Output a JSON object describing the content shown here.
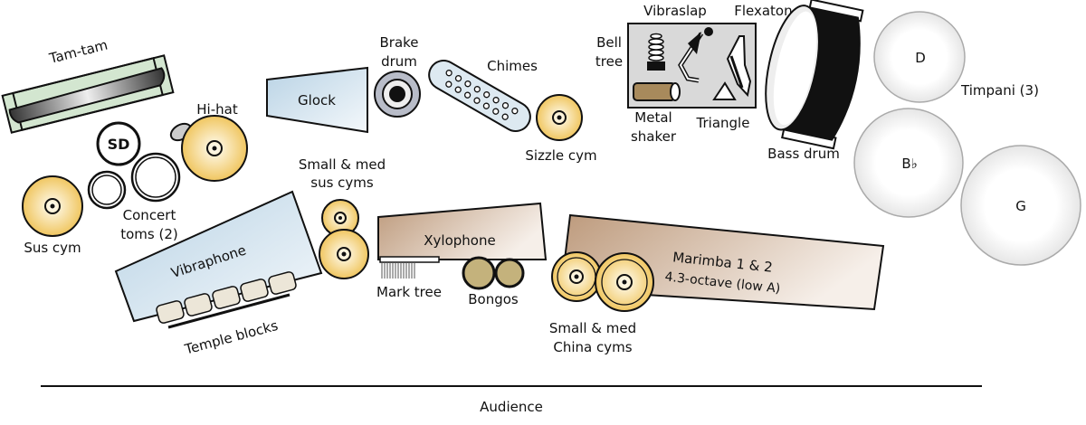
{
  "labels": {
    "tam_tam": "Tam-tam",
    "sd": "SD",
    "hi_hat": "Hi-hat",
    "concert_toms_1": "Concert",
    "concert_toms_2": "toms (2)",
    "sus_cym": "Sus cym",
    "glock": "Glock",
    "brake_drum_1": "Brake",
    "brake_drum_2": "drum",
    "chimes": "Chimes",
    "sizzle_cym": "Sizzle cym",
    "bell_tree_1": "Bell",
    "bell_tree_2": "tree",
    "vibraslap": "Vibraslap",
    "flexatone": "Flexatone",
    "metal_shaker_1": "Metal",
    "metal_shaker_2": "shaker",
    "triangle": "Triangle",
    "bass_drum": "Bass drum",
    "timpani_d": "D",
    "timpani_bb": "B♭",
    "timpani_g": "G",
    "timpani": "Timpani (3)",
    "small_sus_1": "Small & med",
    "small_sus_2": "sus cyms",
    "xylophone": "Xylophone",
    "mark_tree": "Mark tree",
    "bongos": "Bongos",
    "vibraphone": "Vibraphone",
    "temple_blocks": "Temple blocks",
    "marimba_1": "Marimba 1 & 2",
    "marimba_2": "4.3-octave (low A)",
    "china_1": "Small & med",
    "china_2": "China cyms",
    "audience": "Audience"
  },
  "colors": {
    "cymbal": "#f3cf72",
    "keyboard_blue": "#c9dde9",
    "wood": "#c9ab92",
    "tamtam_frame": "#cfe3cc",
    "tray": "#d9d9d9"
  }
}
